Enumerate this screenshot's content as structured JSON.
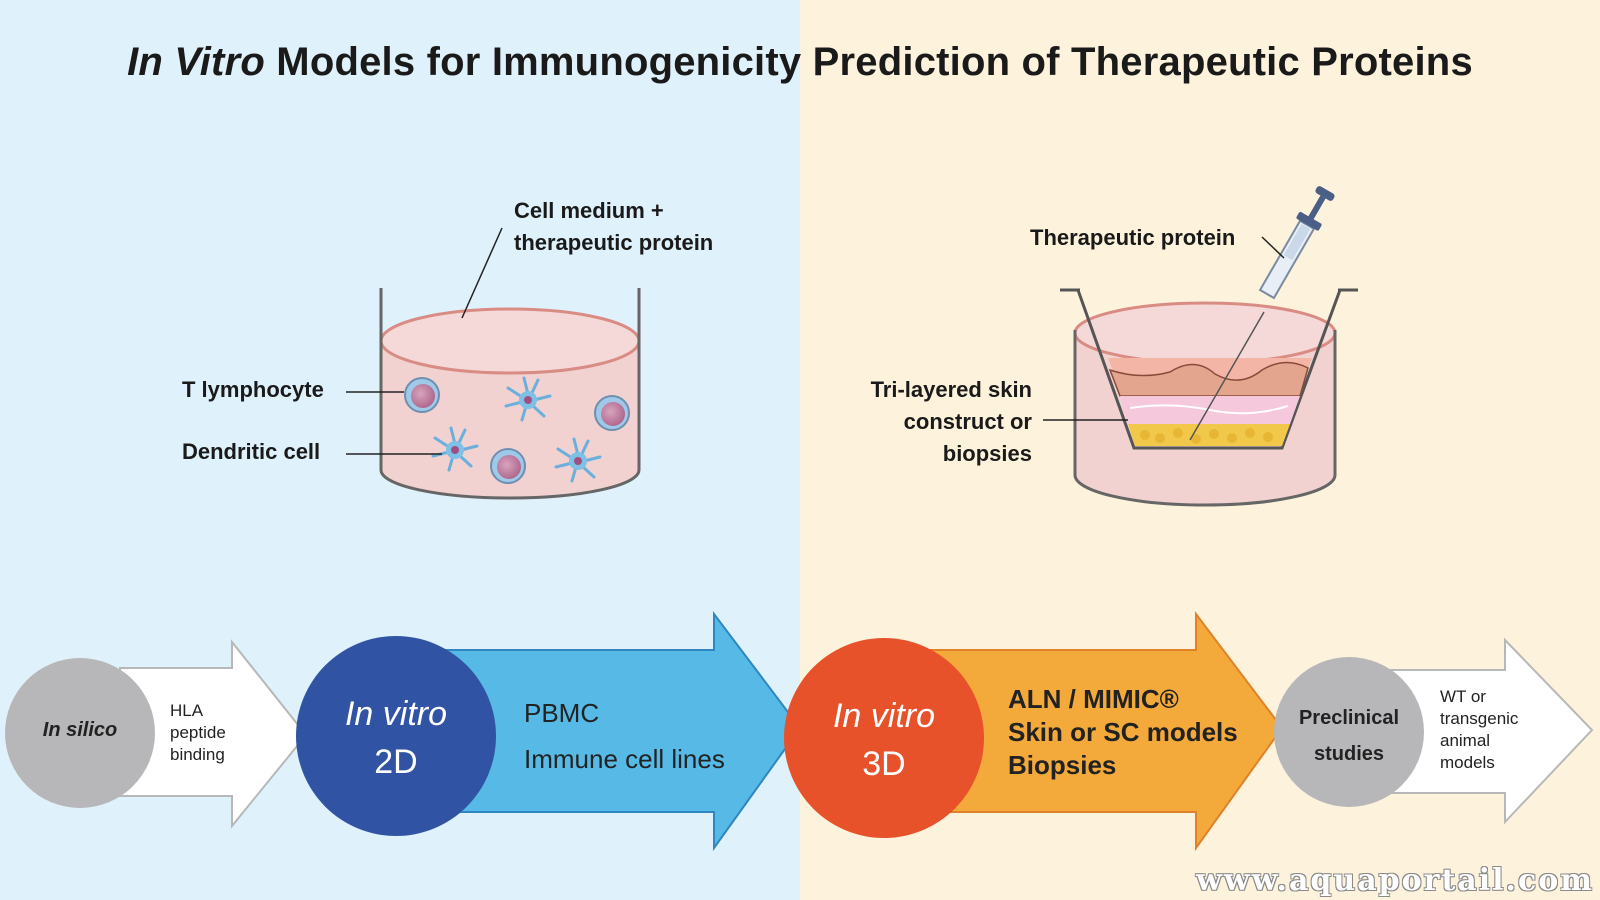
{
  "title": {
    "italic_part": "In Vitro",
    "rest": " Models for Immunogenicity Prediction of Therapeutic Proteins"
  },
  "left_panel": {
    "medium_label_line1": "Cell medium +",
    "medium_label_line2": "therapeutic protein",
    "t_lymphocyte_label": "T lymphocyte",
    "dendritic_cell_label": "Dendritic cell"
  },
  "right_panel": {
    "protein_label": "Therapeutic protein",
    "skin_label_line1": "Tri-layered skin",
    "skin_label_line2": "construct or",
    "skin_label_line3": "biopsies"
  },
  "flow": {
    "in_silico": {
      "label": "In silico",
      "detail": [
        "HLA",
        "peptide",
        "binding"
      ]
    },
    "in_vitro_2d": {
      "label_line1": "In vitro",
      "label_line2": "2D",
      "detail": [
        "PBMC",
        "Immune cell lines"
      ]
    },
    "in_vitro_3d": {
      "label_line1": "In vitro",
      "label_line2": "3D",
      "detail": [
        "ALN / MIMIC®",
        "Skin or SC models",
        "Biopsies"
      ]
    },
    "preclinical": {
      "label_line1": "Preclinical",
      "label_line2": "studies",
      "detail": [
        "WT or",
        "transgenic",
        "animal",
        "models"
      ]
    }
  },
  "colors": {
    "left_bg": "#dff1fb",
    "right_bg": "#fdf3dc",
    "blue_circle": "#3153a4",
    "blue_arrow": "#56b9e6",
    "orange_circle": "#e8522a",
    "orange_arrow": "#f4a93b",
    "grey_circle": "#b7b6b8"
  },
  "watermark": "www.aquaportail.com"
}
